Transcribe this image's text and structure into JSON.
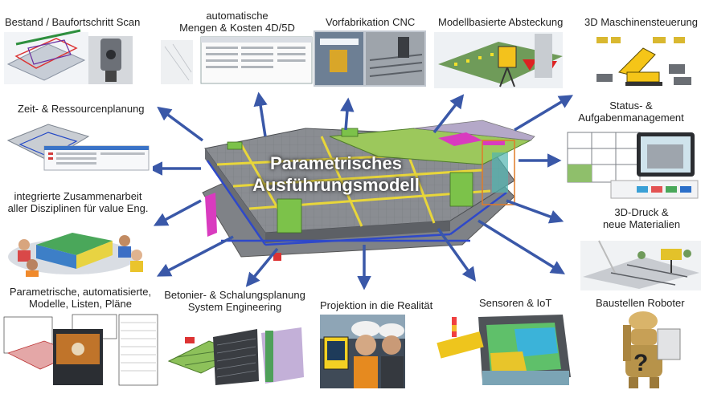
{
  "center": {
    "title": "Parametrisches\nAusführungsmodell"
  },
  "labels": {
    "scan": "Bestand / Baufortschritt Scan",
    "kosten": "automatische\nMengen & Kosten 4D/5D",
    "cnc": "Vorfabrikation CNC",
    "absteckung": "Modellbasierte Absteckung",
    "maschinen": "3D Maschinensteuerung",
    "zeit": "Zeit- & Ressourcenplanung",
    "status": "Status- &\nAufgabenmanagement",
    "zusammenarbeit": "integrierte Zusammenarbeit\naller Disziplinen für value Eng.",
    "druck": "3D-Druck &\nneue Materialien",
    "parametrisch": "Parametrische, automatisierte,\nModelle, Listen, Pläne",
    "betonier": "Betonier- & Schalungsplanung\nSystem Engineering",
    "projektion": "Projektion in die Realität",
    "sensoren": "Sensoren & IoT",
    "roboter": "Baustellen Roboter"
  },
  "colors": {
    "arrow": "#3a58a8",
    "slab": "#8a8d92",
    "beam_yellow": "#e8d63a",
    "column_green": "#7cc24a",
    "accent_magenta": "#d93bbf"
  },
  "icons": {
    "roboter_mark": "?"
  }
}
